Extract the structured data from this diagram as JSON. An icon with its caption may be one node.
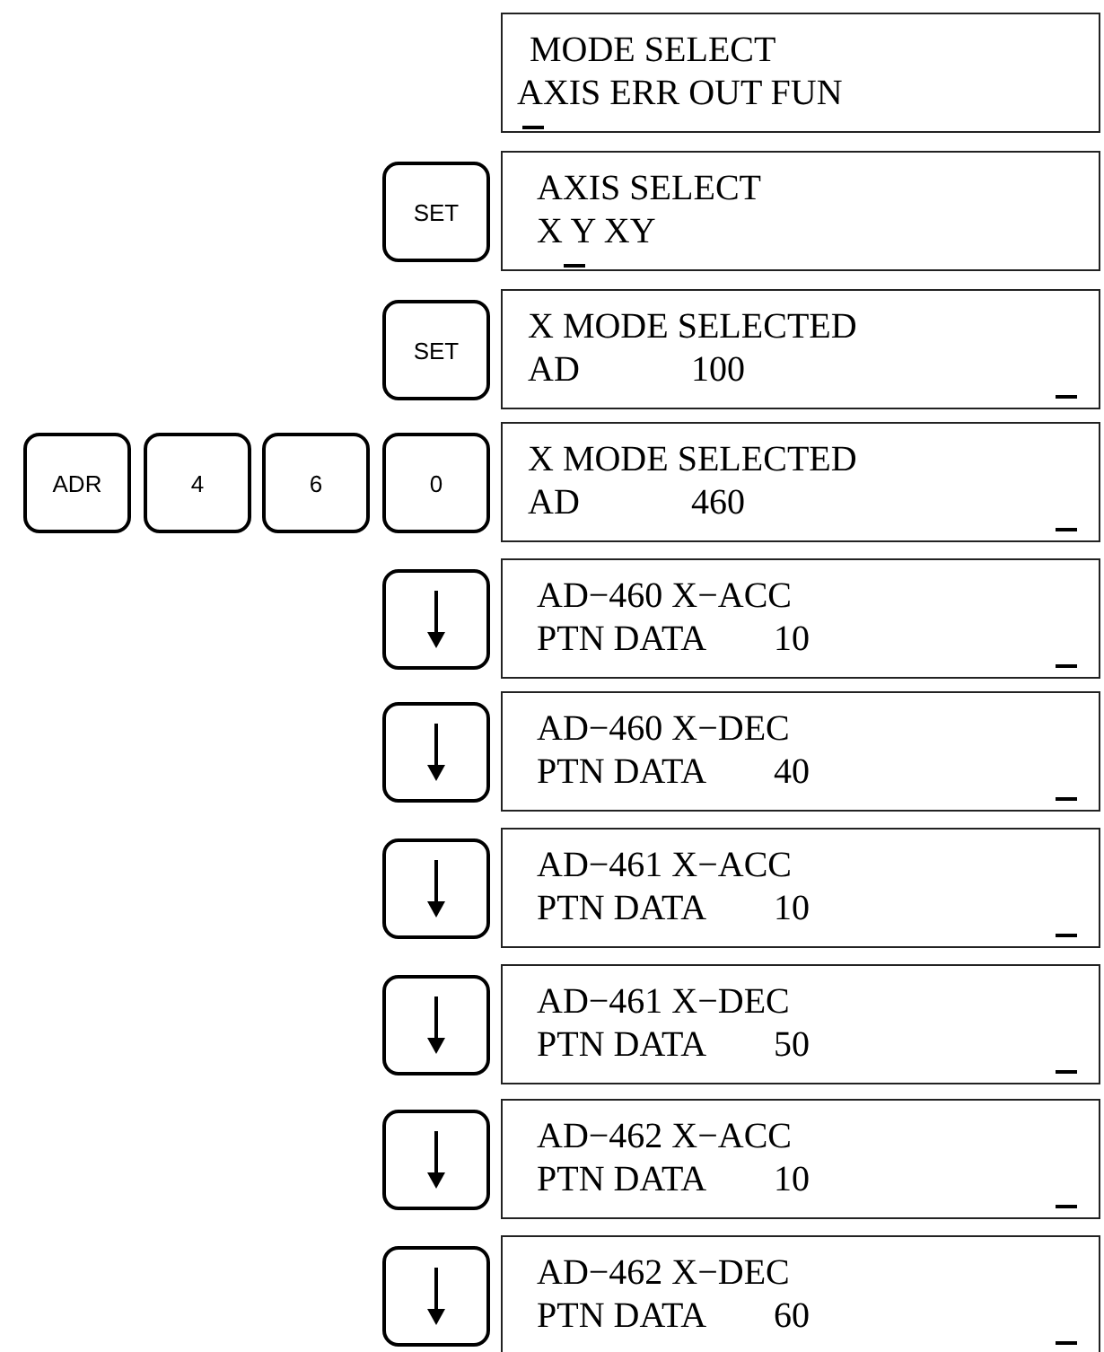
{
  "diagram": {
    "nodes": [
      {
        "text": [
          "MODE SELECT",
          "AXIS ERR OUT FUN"
        ]
      },
      {
        "text": [
          "SET"
        ]
      },
      {
        "text": [
          "AXIS SELECT",
          "X Y XY"
        ]
      },
      {
        "text": [
          "SET"
        ]
      },
      {
        "text": [
          "X MODE SELECTED",
          "AD",
          "100"
        ]
      },
      {
        "text": [
          "ADR"
        ]
      },
      {
        "text": [
          "4"
        ]
      },
      {
        "text": [
          "6"
        ]
      },
      {
        "text": [
          "0"
        ]
      },
      {
        "text": [
          "X MODE SELECTED",
          "AD",
          "460"
        ]
      },
      {
        "text": [],
        "shape": "box"
      },
      {
        "text": [
          "AD−460 X−ACC",
          "PTN DATA",
          "10"
        ]
      },
      {
        "text": [],
        "shape": "box"
      },
      {
        "text": [
          "AD−460 X−DEC",
          "PTN DATA",
          "40"
        ]
      },
      {
        "text": [],
        "shape": "box"
      },
      {
        "text": [
          "AD−461 X−ACC",
          "PTN DATA",
          "10"
        ]
      },
      {
        "text": [],
        "shape": "box"
      },
      {
        "text": [
          "AD−461 X−DEC",
          "PTN DATA",
          "50"
        ]
      },
      {
        "text": [],
        "shape": "box"
      },
      {
        "text": [
          "AD−462 X−ACC",
          "PTN DATA",
          "10"
        ]
      },
      {
        "text": [],
        "shape": "box"
      },
      {
        "text": [
          "AD−462 X−DEC",
          "PTN DATA",
          "60"
        ]
      }
    ]
  }
}
